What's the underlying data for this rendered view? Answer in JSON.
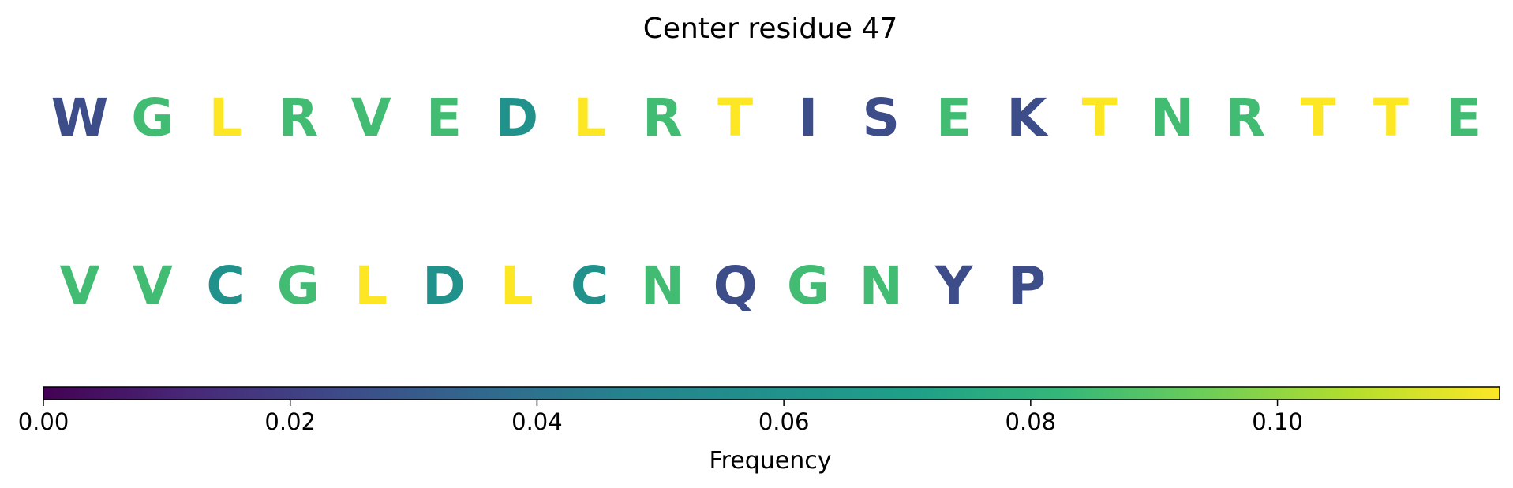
{
  "chart_data": {
    "type": "sequence-logo",
    "title": "Center residue 47",
    "residues": [
      {
        "letter": "W",
        "frequency": 0.025
      },
      {
        "letter": "G",
        "frequency": 0.085
      },
      {
        "letter": "L",
        "frequency": 0.118
      },
      {
        "letter": "R",
        "frequency": 0.085
      },
      {
        "letter": "V",
        "frequency": 0.085
      },
      {
        "letter": "E",
        "frequency": 0.085
      },
      {
        "letter": "D",
        "frequency": 0.059
      },
      {
        "letter": "L",
        "frequency": 0.118
      },
      {
        "letter": "R",
        "frequency": 0.085
      },
      {
        "letter": "T",
        "frequency": 0.118
      },
      {
        "letter": "I",
        "frequency": 0.025
      },
      {
        "letter": "S",
        "frequency": 0.025
      },
      {
        "letter": "E",
        "frequency": 0.085
      },
      {
        "letter": "K",
        "frequency": 0.025
      },
      {
        "letter": "T",
        "frequency": 0.118
      },
      {
        "letter": "N",
        "frequency": 0.085
      },
      {
        "letter": "R",
        "frequency": 0.085
      },
      {
        "letter": "T",
        "frequency": 0.118
      },
      {
        "letter": "T",
        "frequency": 0.118
      },
      {
        "letter": "E",
        "frequency": 0.085
      },
      {
        "letter": "V",
        "frequency": 0.085
      },
      {
        "letter": "V",
        "frequency": 0.085
      },
      {
        "letter": "C",
        "frequency": 0.059
      },
      {
        "letter": "G",
        "frequency": 0.085
      },
      {
        "letter": "L",
        "frequency": 0.118
      },
      {
        "letter": "D",
        "frequency": 0.059
      },
      {
        "letter": "L",
        "frequency": 0.118
      },
      {
        "letter": "C",
        "frequency": 0.059
      },
      {
        "letter": "N",
        "frequency": 0.085
      },
      {
        "letter": "Q",
        "frequency": 0.025
      },
      {
        "letter": "G",
        "frequency": 0.085
      },
      {
        "letter": "N",
        "frequency": 0.085
      },
      {
        "letter": "Y",
        "frequency": 0.025
      },
      {
        "letter": "P",
        "frequency": 0.025
      }
    ],
    "residues_per_row": 20,
    "colorbar": {
      "colormap": "viridis",
      "range": [
        0.0,
        0.118
      ],
      "ticks": [
        0.0,
        0.02,
        0.04,
        0.06,
        0.08,
        0.1
      ],
      "tick_labels": [
        "0.00",
        "0.02",
        "0.04",
        "0.06",
        "0.08",
        "0.10"
      ],
      "label": "Frequency",
      "orientation": "horizontal",
      "placement": "bottom"
    }
  }
}
